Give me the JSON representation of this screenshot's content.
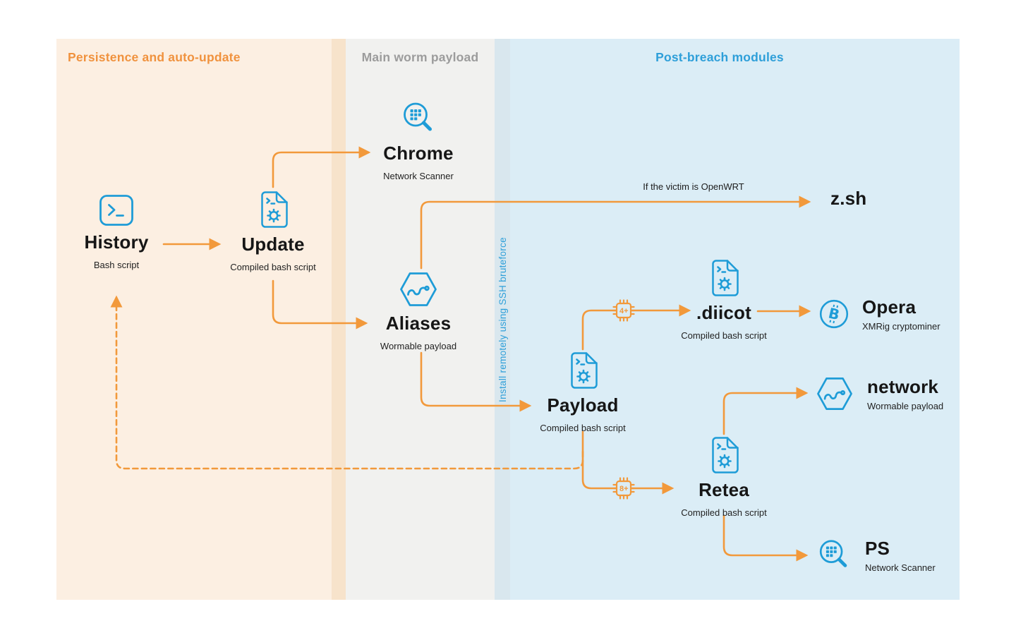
{
  "colors": {
    "accent_orange": "#F2993B",
    "icon_blue": "#1E9CD7",
    "panel1_bg": "#FCEFE2",
    "panel1_strip": "#F7E3CB",
    "panel2_bg": "#F1F1EF",
    "panel2_strip": "#D9E7EE",
    "panel3_bg": "#DBEDF6",
    "title_orange": "#F0923E",
    "title_gray": "#9C9C9C",
    "title_blue": "#2E9FD9",
    "text_dark": "#161616"
  },
  "panels": [
    {
      "title": "Persistence and auto-update"
    },
    {
      "title": "Main worm payload"
    },
    {
      "title": "Post-breach modules"
    }
  ],
  "strip_label": "Install remotely using SSH bruteforce",
  "annotations": {
    "openwrt": "If the victim is OpenWRT",
    "chip_top": "4+",
    "chip_bottom": "8+"
  },
  "nodes": [
    {
      "label": "History",
      "sublabel": "Bash script",
      "icon": "terminal-icon"
    },
    {
      "label": "Update",
      "sublabel": "Compiled bash script",
      "icon": "script-file-icon"
    },
    {
      "label": "Chrome",
      "sublabel": "Network Scanner",
      "icon": "network-scanner-icon"
    },
    {
      "label": "Aliases",
      "sublabel": "Wormable payload",
      "icon": "worm-icon"
    },
    {
      "label": "z.sh",
      "sublabel": "",
      "icon": ""
    },
    {
      "label": "Payload",
      "sublabel": "Compiled bash script",
      "icon": "script-file-icon"
    },
    {
      "label": ".diicot",
      "sublabel": "Compiled bash script",
      "icon": "script-file-icon"
    },
    {
      "label": "Opera",
      "sublabel": "XMRig cryptominer",
      "icon": "bitcoin-icon"
    },
    {
      "label": "network",
      "sublabel": "Wormable payload",
      "icon": "worm-icon"
    },
    {
      "label": "Retea",
      "sublabel": "Compiled bash script",
      "icon": "script-file-icon"
    },
    {
      "label": "PS",
      "sublabel": "Network Scanner",
      "icon": "network-scanner-icon"
    }
  ]
}
